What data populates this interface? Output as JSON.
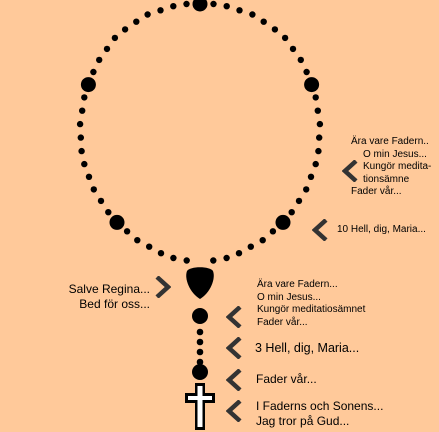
{
  "colors": {
    "background": "#FFC99A",
    "beads": "#000000",
    "cross_fill": "#FFFFFF"
  },
  "labels": {
    "loop_right_upper": [
      "Ära vare Fadern..",
      "O min Jesus...",
      "Kungör medita-",
      "tionsämne",
      "Fader vår..."
    ],
    "loop_right_lower": [
      "10 Hell, dig, Maria..."
    ],
    "left_center": [
      "Salve Regina...",
      "Bed för oss..."
    ],
    "stem_decade": [
      "Ära vare Fadern...",
      "O min Jesus...",
      "Kungör meditatiosämnet",
      "Fader vår..."
    ],
    "stem_three": [
      "3 Hell, dig, Maria..."
    ],
    "stem_father": [
      "Fader vår..."
    ],
    "stem_cross": [
      "I Faderns och Sonens...",
      "Jag tror på Gud..."
    ]
  },
  "icons": [
    "chevron-left-icon",
    "cross-icon",
    "centerpiece-medal-icon"
  ]
}
